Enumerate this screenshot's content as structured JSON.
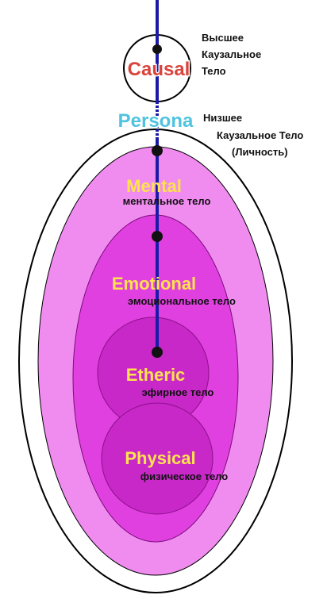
{
  "diagram": {
    "causal": {
      "label": "Causal",
      "caption_lines": [
        "Высшее",
        "Каузальное",
        "Тело"
      ]
    },
    "persona": {
      "label": "Persona",
      "caption_lines": [
        "Низшее",
        "Каузальное Тело",
        "(Личность)"
      ]
    },
    "mental": {
      "label": "Mental",
      "caption": "ментальное тело"
    },
    "emotional": {
      "label": "Emotional",
      "caption": "эмоциональное тело"
    },
    "etheric": {
      "label": "Etheric",
      "caption": "эфирное тело"
    },
    "physical": {
      "label": "Physical",
      "caption": "физическое тело"
    }
  },
  "colors": {
    "causal_label": "#d9443c",
    "persona_label": "#4fc3e0",
    "layer_label": "#ffe34d",
    "outer_light_pink": "#f08cf0",
    "middle_magenta": "#e040e0",
    "inner_magenta": "#c820c8",
    "axis_line": "#1a1aa8",
    "node": "#111111"
  }
}
